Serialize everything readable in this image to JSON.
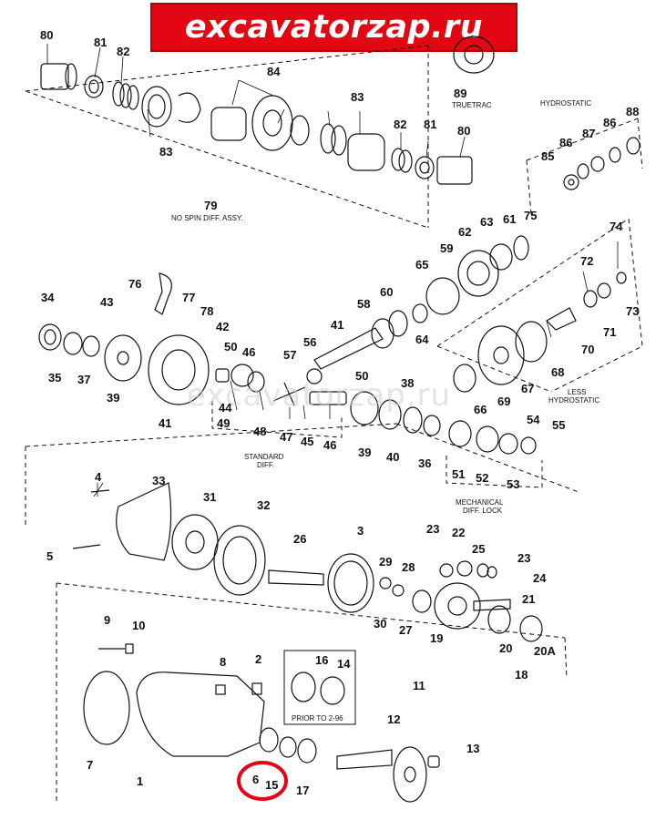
{
  "banner": {
    "text": "excavatorzap.ru",
    "color": "#e30613"
  },
  "watermark": "excavatorzap.ru",
  "highlight": {
    "color": "#e30613",
    "circled_callouts": [
      "6",
      "15"
    ]
  },
  "captions": {
    "no_spin": "79",
    "no_spin_text": "NO SPIN DIFF. ASSY.",
    "truetrac": "TRUETRAC",
    "hydrostatic": "HYDROSTATIC",
    "less_hydrostatic_1": "LESS",
    "less_hydrostatic_2": "HYDROSTATIC",
    "standard_1": "STANDARD",
    "standard_2": "DIFF.",
    "mechanical_1": "MECHANICAL",
    "mechanical_2": "DIFF. LOCK",
    "prior": "PRIOR TO 2-96"
  },
  "callouts": {
    "c80a": "80",
    "c81a": "81",
    "c82a": "82",
    "c83a": "83",
    "c84": "84",
    "c83b": "83",
    "c82b": "82",
    "c81b": "81",
    "c80b": "80",
    "c89": "89",
    "c85": "85",
    "c86a": "86",
    "c87": "87",
    "c86b": "86",
    "c88": "88",
    "c63": "63",
    "c62": "62",
    "c61": "61",
    "c75": "75",
    "c59": "59",
    "c65": "65",
    "c74": "74",
    "c72": "72",
    "c73": "73",
    "c71": "71",
    "c34": "34",
    "c43": "43",
    "c76": "76",
    "c77": "77",
    "c78": "78",
    "c42": "42",
    "c58": "58",
    "c60": "60",
    "c41": "41",
    "c64": "64",
    "c35": "35",
    "c37": "37",
    "c39a": "39",
    "c50a": "50",
    "c46a": "46",
    "c57": "57",
    "c56": "56",
    "c69": "69",
    "c70": "70",
    "c68": "68",
    "c67": "67",
    "c50b": "50",
    "c38": "38",
    "c66": "66",
    "c41b": "41",
    "c44": "44",
    "c49": "49",
    "c48": "48",
    "c47": "47",
    "c45": "45",
    "c46b": "46",
    "c39b": "39",
    "c40": "40",
    "c36": "36",
    "c54": "54",
    "c55": "55",
    "c51": "51",
    "c52": "52",
    "c53": "53",
    "c4": "4",
    "c33": "33",
    "c31": "31",
    "c32": "32",
    "c3": "3",
    "c5": "5",
    "c26": "26",
    "c23a": "23",
    "c22": "22",
    "c25": "25",
    "c23b": "23",
    "c29": "29",
    "c28": "28",
    "c24": "24",
    "c21": "21",
    "c30": "30",
    "c27": "27",
    "c19": "19",
    "c20": "20",
    "c20A": "20A",
    "c18": "18",
    "c9": "9",
    "c10": "10",
    "c8": "8",
    "c2": "2",
    "c16": "16",
    "c14": "14",
    "c11": "11",
    "c12": "12",
    "c13": "13",
    "c7": "7",
    "c1": "1",
    "c6": "6",
    "c15": "15",
    "c17": "17"
  }
}
